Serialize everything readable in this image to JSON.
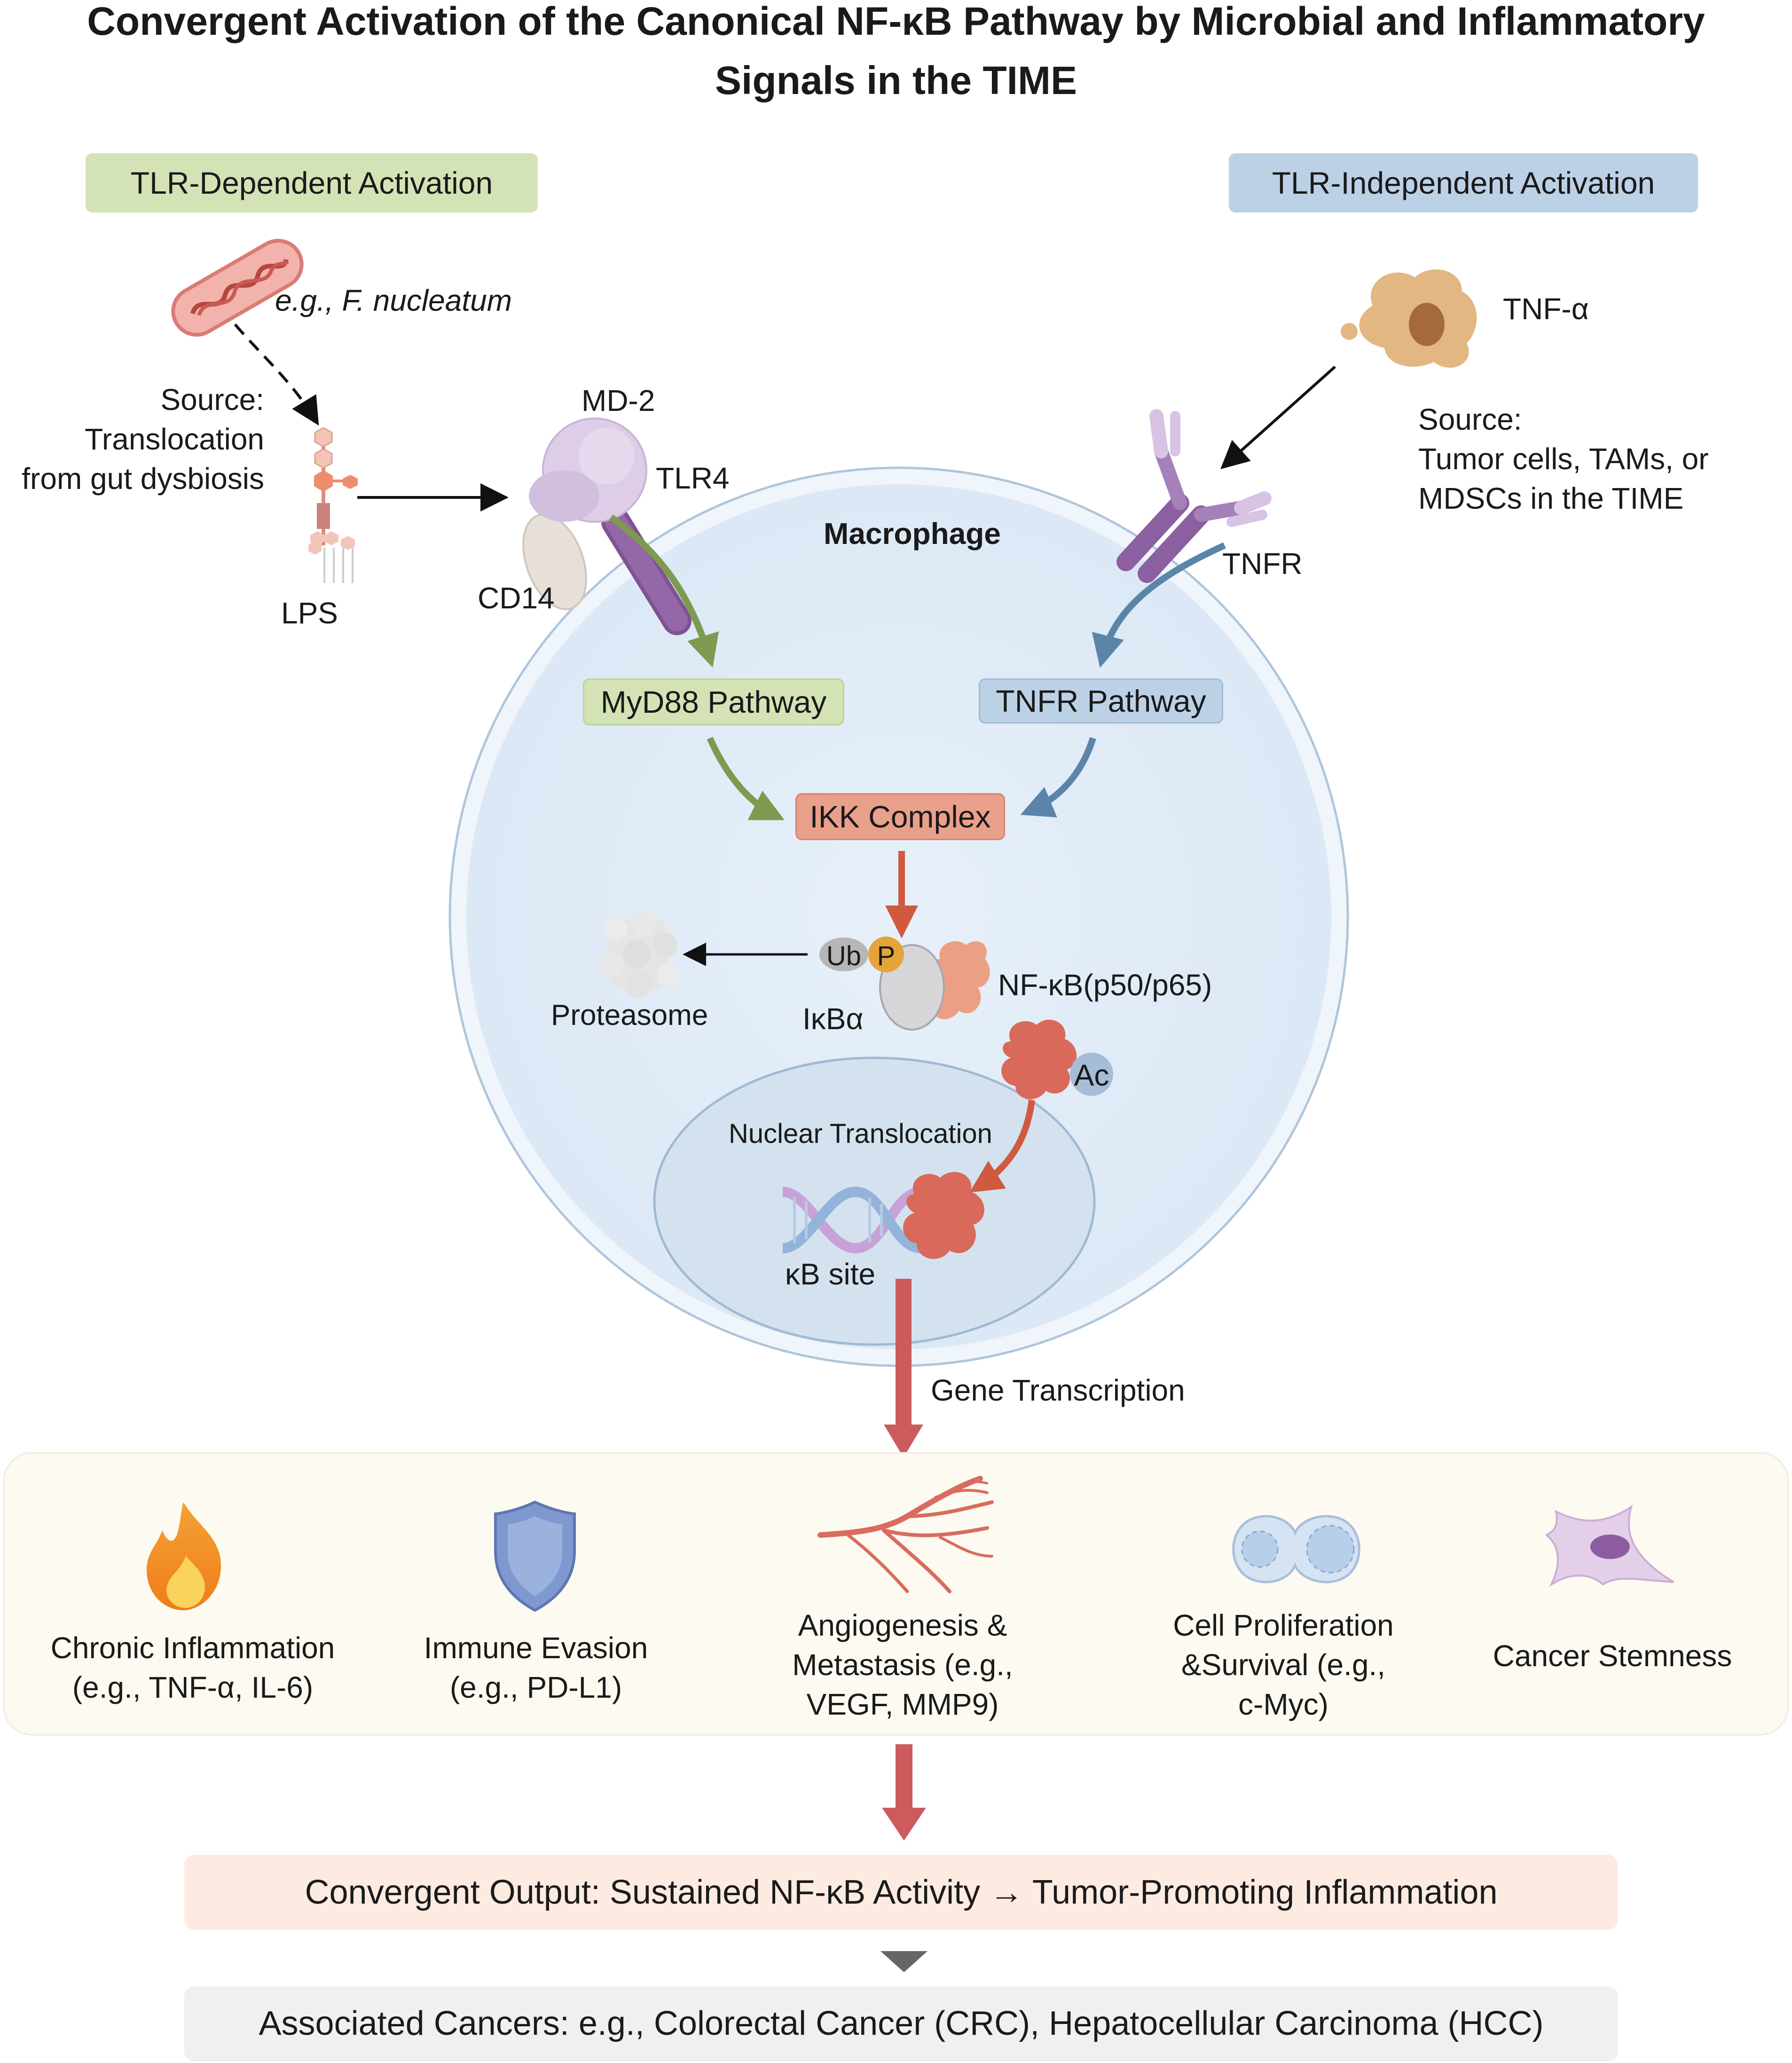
{
  "title_line1": "Convergent Activation of the Canonical NF-κB Pathway by Microbial and Inflammatory",
  "title_line2": "Signals in the TIME",
  "tlr_dep": "TLR-Dependent Activation",
  "tlr_indep": "TLR-Independent Activation",
  "bacteria_label": "e.g., F. nucleatum",
  "source_left": [
    "Source:",
    "Translocation",
    "from gut dysbiosis"
  ],
  "lps": "LPS",
  "md2": "MD-2",
  "tlr4": "TLR4",
  "cd14": "CD14",
  "tnfa": "TNF-α",
  "source_right": [
    "Source:",
    "Tumor cells, TAMs, or",
    "MDSCs in the TIME"
  ],
  "tnfr": "TNFR",
  "macrophage": "Macrophage",
  "myd88": "MyD88 Pathway",
  "tnfr_pathway": "TNFR Pathway",
  "ikk": "IKK Complex",
  "ub": "Ub",
  "p": "P",
  "proteasome": "Proteasome",
  "ikba": "IκBα",
  "nfkb": "NF-κB(p50/p65)",
  "ac": "Ac",
  "nuclear": "Nuclear Translocation",
  "kb_site": "κB site",
  "gene_transcription": "Gene Transcription",
  "outcomes": [
    {
      "lines": [
        "Chronic Inflammation",
        "(e.g., TNF-α, IL-6)"
      ],
      "icon": "flame-icon"
    },
    {
      "lines": [
        "Immune Evasion",
        "(e.g., PD-L1)"
      ],
      "icon": "shield-icon"
    },
    {
      "lines": [
        "Angiogenesis &",
        "Metastasis (e.g.,",
        "VEGF, MMP9)"
      ],
      "icon": "blood-vessel-icon"
    },
    {
      "lines": [
        "Cell Proliferation",
        "&Survival (e.g.,",
        "c-Myc)"
      ],
      "icon": "dividing-cell-icon"
    },
    {
      "lines": [
        "Cancer Stemness"
      ],
      "icon": "stem-cell-icon"
    }
  ],
  "convergent": "Convergent Output: Sustained NF-κB Activity → Tumor-Promoting Inflammation",
  "associated": "Associated Cancers: e.g., Colorectal Cancer (CRC), Hepatocellular Carcinoma (HCC)",
  "colors": {
    "green_box": "#d4e3b5",
    "blue_box": "#bcd1e6",
    "ikk_box": "#e9a08a",
    "cell_fill": "#e3edf8",
    "nucleus_fill": "#d6e4f1",
    "arrow_green": "#7e9a4f",
    "arrow_blue": "#5b85a8",
    "arrow_red": "#cf5a3f",
    "big_arrow": "#cc5b5e",
    "outcome_band": "#fdfaf1",
    "convergent_box": "#fdebe2",
    "associated_box": "#f0f0f0"
  }
}
